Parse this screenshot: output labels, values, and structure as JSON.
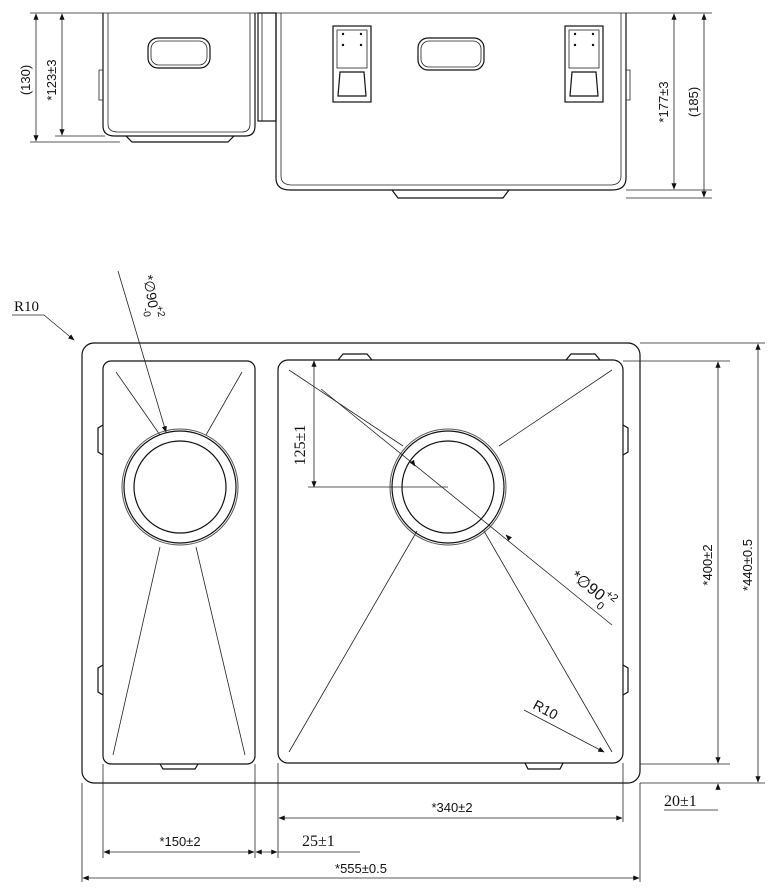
{
  "drawing": {
    "colors": {
      "line": "#111111",
      "background": "#ffffff"
    },
    "side_view": {
      "dim_outer_small": "(130)",
      "dim_inner_small": "*123±3",
      "dim_inner_large": "*177±3",
      "dim_outer_large": "(185)"
    },
    "top_view": {
      "corner_radius_outer": "R10",
      "drain_small": {
        "prefix": "*∅90",
        "upper_tol": "+2",
        "lower_tol": "-0"
      },
      "drain_large": {
        "prefix": "*∅90",
        "upper_tol": "+2",
        "lower_tol": "0"
      },
      "drain_offset": "125±1",
      "corner_radius_inner": "R10",
      "height_inner": "*400±2",
      "height_outer": "*440±0.5",
      "rim_offset": "20±1",
      "width_large_bowl": "*340±2",
      "width_small_bowl": "*150±2",
      "divider_offset": "25±1",
      "width_overall": "*555±0.5"
    }
  }
}
